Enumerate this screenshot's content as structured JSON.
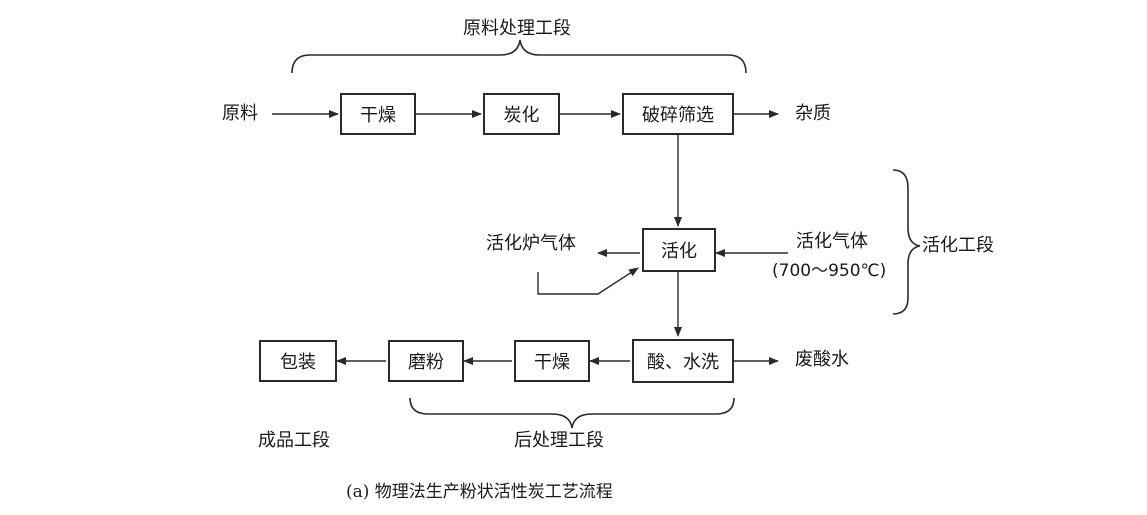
{
  "stages": {
    "raw_processing": "原料处理工段",
    "activation": "活化工段",
    "post_processing": "后处理工段",
    "product": "成品工段"
  },
  "nodes": {
    "raw_material": "原料",
    "drying1": "干燥",
    "carbonization": "炭化",
    "crushing": "破碎筛选",
    "impurities": "杂质",
    "activation": "活化",
    "furnace_gas": "活化炉气体",
    "activation_gas": "活化气体",
    "activation_temp": "(700～950℃)",
    "acid_wash": "酸、水洗",
    "waste_acid": "废酸水",
    "drying2": "干燥",
    "grinding": "磨粉",
    "packaging": "包装"
  },
  "caption": "(a) 物理法生产粉状活性炭工艺流程"
}
